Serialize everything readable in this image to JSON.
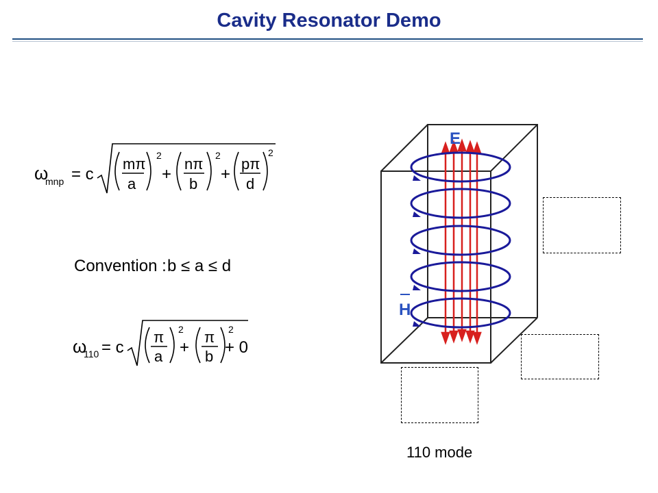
{
  "title": "Cavity Resonator Demo",
  "equation_general": {
    "omega": "ω",
    "subscript": "mnp",
    "equals_c": "= c",
    "term1_num": "mπ",
    "term1_den": "a",
    "term2_num": "nπ",
    "term2_den": "b",
    "term3_num": "pπ",
    "term3_den": "d",
    "power": "2",
    "plus": "+"
  },
  "convention": {
    "label": "Convention :",
    "relation": "b ≤ a ≤ d"
  },
  "equation_110": {
    "omega": "ω",
    "subscript": "110",
    "equals_c": "= c",
    "term1_num": "π",
    "term1_den": "a",
    "term2_num": "π",
    "term2_den": "b",
    "power": "2",
    "plus": "+",
    "plus_zero": "+ 0"
  },
  "diagram": {
    "e_label": "E",
    "h_label": "H",
    "caption": "110 mode",
    "colors": {
      "e_field": "#d8201e",
      "h_field": "#1a1a9a",
      "label": "#2a52c0",
      "box": "#222222"
    }
  }
}
